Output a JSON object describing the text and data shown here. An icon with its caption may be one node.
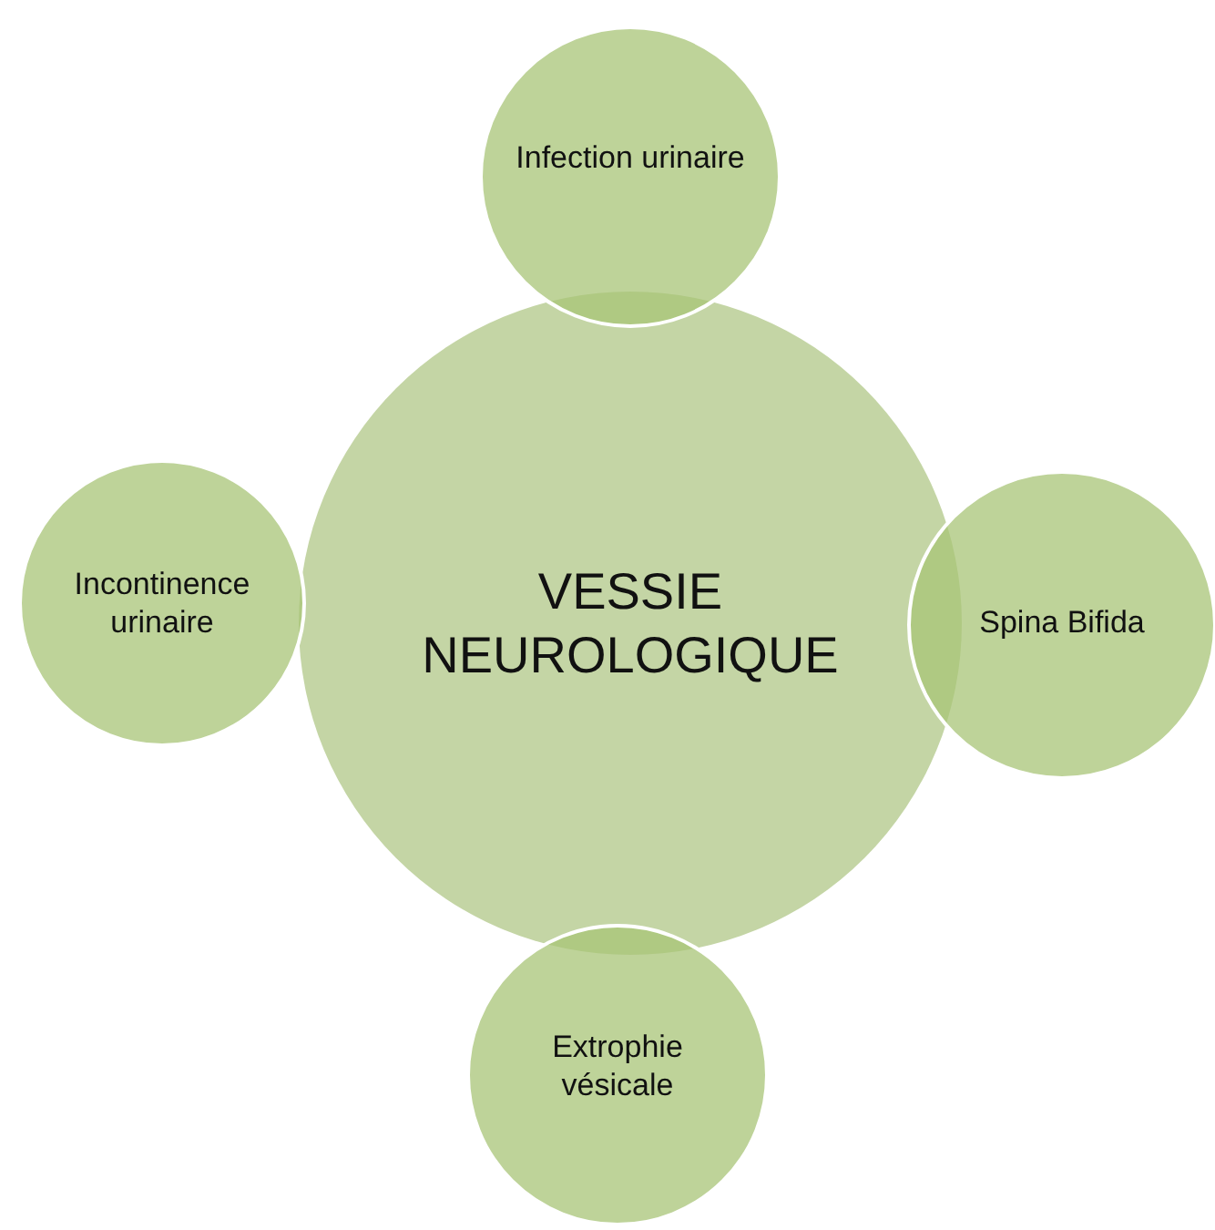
{
  "diagram": {
    "nodes": [
      {
        "text": [
          "Infection urinaire"
        ]
      },
      {
        "text": [
          "Incontinence urinaire"
        ]
      },
      {
        "text": [
          "VESSIE NEUROLOGIQUE"
        ]
      },
      {
        "text": [
          "Spina Bifida"
        ]
      },
      {
        "text": [
          "Extrophie vésicale"
        ]
      }
    ]
  }
}
